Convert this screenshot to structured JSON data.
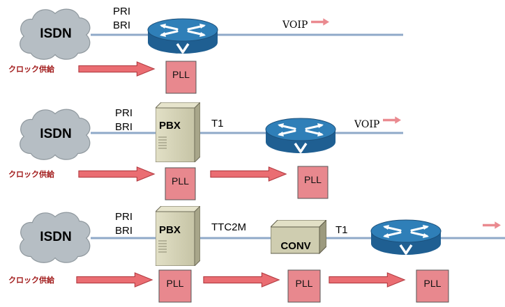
{
  "colors": {
    "line": "#8fa9c8",
    "cloud": "#b6bec4",
    "router_top": "#2f7fb8",
    "router_side": "#1f5f92",
    "pbx": "#d4d2b6",
    "pll": "#e8888e",
    "arrow_fill": "#ea6d72",
    "arrow_stroke": "#b23a40",
    "clock_text": "#a11a1a"
  },
  "icons": [
    "cloud-icon",
    "router-icon",
    "pbx-icon",
    "converter-icon",
    "arrow-icon"
  ],
  "rows": [
    {
      "cloud": "ISDN",
      "interface_top": "PRI",
      "interface_bottom": "BRI",
      "clock": "クロック供給",
      "pll": [
        "PLL"
      ],
      "voip": "VOIP"
    },
    {
      "cloud": "ISDN",
      "interface_top": "PRI",
      "interface_bottom": "BRI",
      "pbx": "PBX",
      "link": "T1",
      "clock": "クロック供給",
      "pll": [
        "PLL",
        "PLL"
      ],
      "voip": "VOIP"
    },
    {
      "cloud": "ISDN",
      "interface_top": "PRI",
      "interface_bottom": "BRI",
      "pbx": "PBX",
      "link_pbx": "TTC2M",
      "conv": "CONV",
      "link_router": "T1",
      "clock": "クロック供給",
      "pll": [
        "PLL",
        "PLL",
        "PLL"
      ]
    }
  ]
}
